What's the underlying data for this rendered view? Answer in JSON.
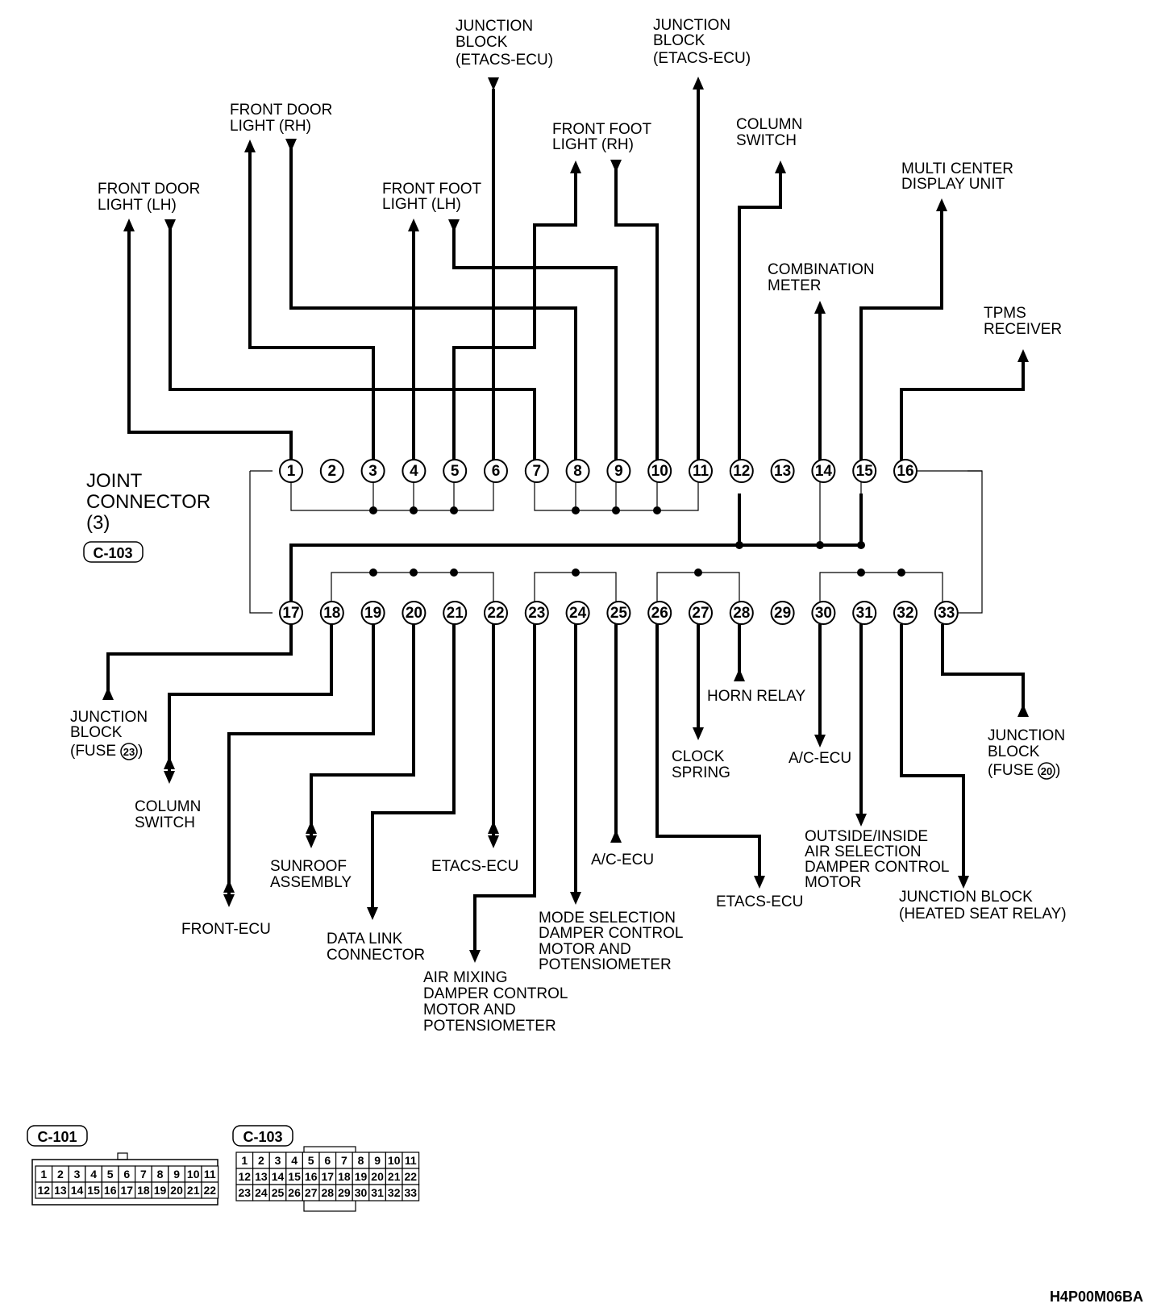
{
  "connector": {
    "title_lines": [
      "JOINT",
      "CONNECTOR",
      "(3)"
    ],
    "code": "C-103"
  },
  "labels": {
    "jb_etacs_a": [
      "JUNCTION",
      "BLOCK",
      "(ETACS-ECU)"
    ],
    "jb_etacs_b": [
      "JUNCTION",
      "BLOCK",
      "(ETACS-ECU)"
    ],
    "front_door_rh": [
      "FRONT DOOR",
      "LIGHT (RH)"
    ],
    "front_foot_rh": [
      "FRONT FOOT",
      "LIGHT (RH)"
    ],
    "column_switch_top": [
      "COLUMN",
      "SWITCH"
    ],
    "multi_center": [
      "MULTI CENTER",
      "DISPLAY UNIT"
    ],
    "front_door_lh": [
      "FRONT DOOR",
      "LIGHT (LH)"
    ],
    "front_foot_lh": [
      "FRONT FOOT",
      "LIGHT (LH)"
    ],
    "combination_meter": [
      "COMBINATION",
      "METER"
    ],
    "tpms": [
      "TPMS",
      "RECEIVER"
    ],
    "jb_fuse23": [
      "JUNCTION",
      "BLOCK"
    ],
    "fuse23_prefix": "(FUSE",
    "fuse23_num": "23",
    "fuse_suffix": ")",
    "column_switch_bottom": [
      "COLUMN",
      "SWITCH"
    ],
    "sunroof": [
      "SUNROOF",
      "ASSEMBLY"
    ],
    "front_ecu": "FRONT-ECU",
    "data_link": [
      "DATA LINK",
      "CONNECTOR"
    ],
    "etacs_ecu_22": "ETACS-ECU",
    "air_mixing": [
      "AIR MIXING",
      "DAMPER CONTROL",
      "MOTOR AND",
      "POTENSIOMETER"
    ],
    "mode_selection": [
      "MODE SELECTION",
      "DAMPER CONTROL",
      "MOTOR AND",
      "POTENSIOMETER"
    ],
    "ac_ecu_25": "A/C-ECU",
    "etacs_ecu_26": "ETACS-ECU",
    "horn_relay": "HORN RELAY",
    "clock_spring": [
      "CLOCK",
      "SPRING"
    ],
    "ac_ecu_30": "A/C-ECU",
    "outside_inside": [
      "OUTSIDE/INSIDE",
      "AIR SELECTION",
      "DAMPER CONTROL",
      "MOTOR"
    ],
    "jb_heated": [
      "JUNCTION BLOCK",
      "(HEATED SEAT RELAY)"
    ],
    "jb_fuse20": [
      "JUNCTION",
      "BLOCK"
    ],
    "fuse20_prefix": "(FUSE",
    "fuse20_num": "20"
  },
  "pins_top": [
    "1",
    "2",
    "3",
    "4",
    "5",
    "6",
    "7",
    "8",
    "9",
    "10",
    "11",
    "12",
    "13",
    "14",
    "15",
    "16"
  ],
  "pins_bottom": [
    "17",
    "18",
    "19",
    "20",
    "21",
    "22",
    "23",
    "24",
    "25",
    "26",
    "27",
    "28",
    "29",
    "30",
    "31",
    "32",
    "33"
  ],
  "connector_faces": {
    "c101": {
      "code": "C-101",
      "row1": [
        "1",
        "2",
        "3",
        "4",
        "5",
        "6",
        "7",
        "8",
        "9",
        "10",
        "11"
      ],
      "row2": [
        "12",
        "13",
        "14",
        "15",
        "16",
        "17",
        "18",
        "19",
        "20",
        "21",
        "22"
      ]
    },
    "c103": {
      "code": "C-103",
      "row1": [
        "1",
        "2",
        "3",
        "4",
        "5",
        "6",
        "7",
        "8",
        "9",
        "10",
        "11"
      ],
      "row2": [
        "12",
        "13",
        "14",
        "15",
        "16",
        "17",
        "18",
        "19",
        "20",
        "21",
        "22"
      ],
      "row3": [
        "23",
        "24",
        "25",
        "26",
        "27",
        "28",
        "29",
        "30",
        "31",
        "32",
        "33"
      ]
    }
  },
  "figure_code": "H4P00M06BA"
}
